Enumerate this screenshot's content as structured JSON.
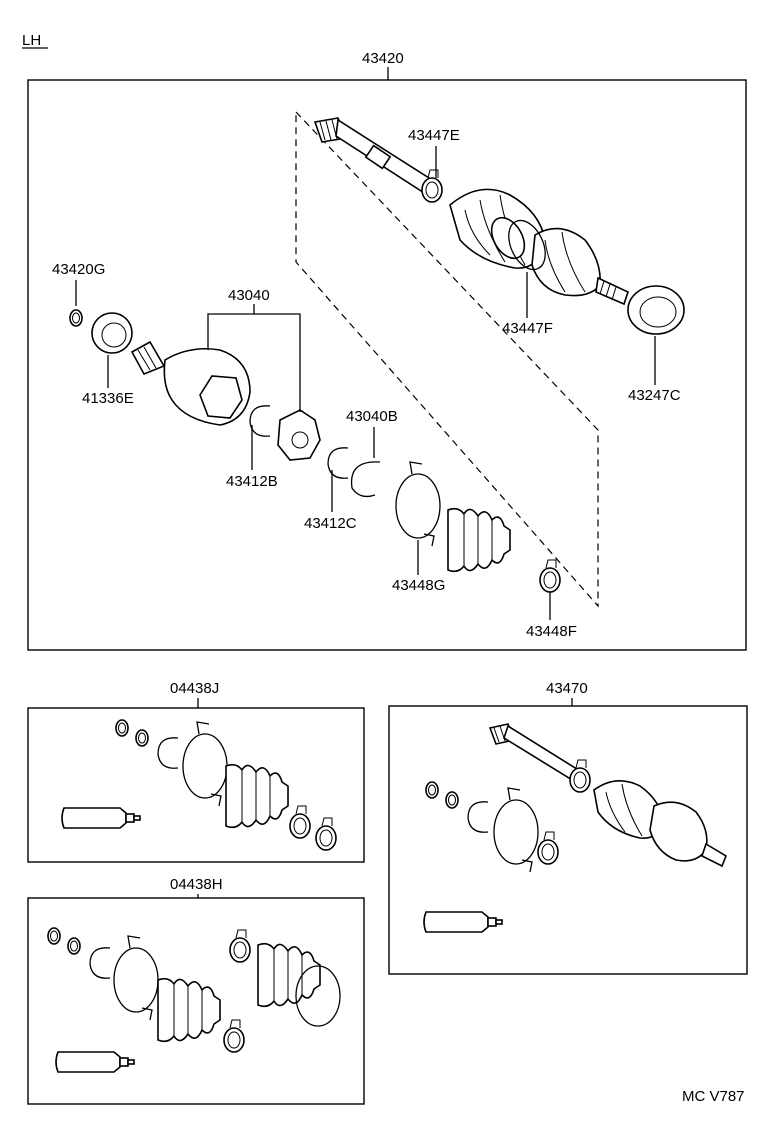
{
  "header": {
    "side_label": "LH",
    "footer_code": "MC V787"
  },
  "groups": {
    "main_assembly": "43420",
    "repair_kit_j": "04438J",
    "repair_kit_h": "04438H",
    "shaft_assembly": "43470"
  },
  "parts": {
    "p43447E": "43447E",
    "p43420G": "43420G",
    "p43040": "43040",
    "p41336E": "41336E",
    "p43447F": "43447F",
    "p43247C": "43247C",
    "p43040B": "43040B",
    "p43412B": "43412B",
    "p43412C": "43412C",
    "p43448G": "43448G",
    "p43448F": "43448F"
  }
}
